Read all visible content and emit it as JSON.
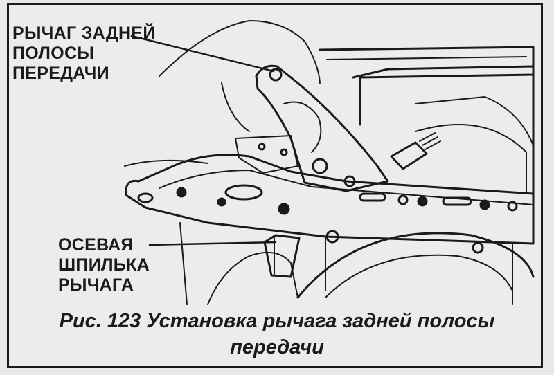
{
  "callouts": {
    "brake_band_lever": [
      "РЫЧАГ ЗАДНЕЙ",
      "ПОЛОСЫ",
      "ПЕРЕДАЧИ"
    ],
    "lever_axle_pin": [
      "ОСЕВАЯ",
      "ШПИЛЬКА",
      "РЫЧАГА"
    ]
  },
  "caption": {
    "line1": "Рис. 123 Установка рычага задней полосы",
    "line2": "передачи"
  }
}
